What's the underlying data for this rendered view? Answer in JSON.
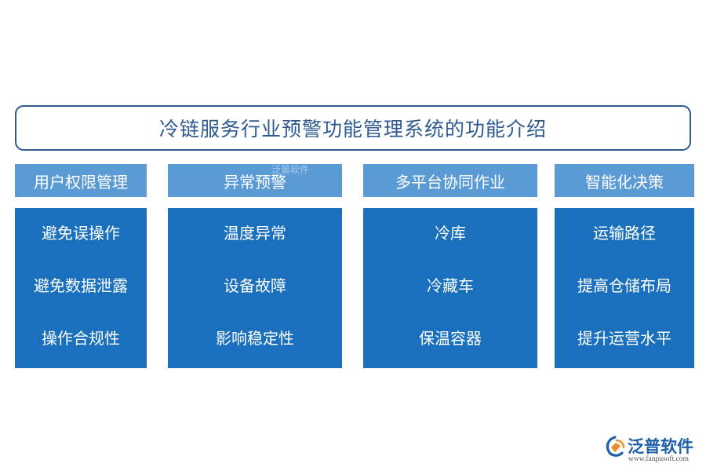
{
  "title": "冷链服务行业预警功能管理系统的功能介绍",
  "columns": [
    {
      "header": "用户权限管理",
      "items": [
        "避免误操作",
        "避免数据泄露",
        "操作合规性"
      ]
    },
    {
      "header": "异常预警",
      "items": [
        "温度异常",
        "设备故障",
        "影响稳定性"
      ]
    },
    {
      "header": "多平台协同作业",
      "items": [
        "冷库",
        "冷藏车",
        "保温容器"
      ]
    },
    {
      "header": "智能化决策",
      "items": [
        "运输路径",
        "提高仓储布局",
        "提升运营水平"
      ]
    }
  ],
  "watermark_text": "泛普软件",
  "logo": {
    "name": "泛普软件",
    "url": "www.fanpusoft.com"
  },
  "colors": {
    "title_border": "#2e5a91",
    "header_bg": "#5b9bd5",
    "body_bg": "#1a70bd"
  }
}
